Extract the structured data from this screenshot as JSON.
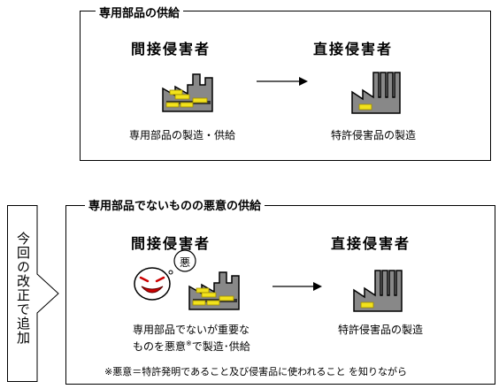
{
  "top": {
    "title": "専用部品の供給",
    "indirect_label": "間接侵害者",
    "direct_label": "直接侵害者",
    "indirect_caption": "専用部品の製造・供給",
    "direct_caption": "特許侵害品の製造"
  },
  "bottom": {
    "title": "専用部品でないものの悪意の供給",
    "indirect_label": "間接侵害者",
    "direct_label": "直接侵害者",
    "indirect_caption_line1": "専用部品でないが重要な",
    "indirect_caption_line2_a": "ものを悪意",
    "indirect_caption_line2_sup": "※",
    "indirect_caption_line2_b": "で製造･供給",
    "direct_caption": "特許侵害品の製造",
    "bubble_text": "悪",
    "footnote": "※悪意＝特許発明であること及び侵害品に使われること を知りながら"
  },
  "side": {
    "text": "今回の改正で追加"
  },
  "colors": {
    "factory_gray": "#888888",
    "gold": "#f2e21c",
    "gold_dark": "#9a8a00",
    "line": "#000000"
  }
}
